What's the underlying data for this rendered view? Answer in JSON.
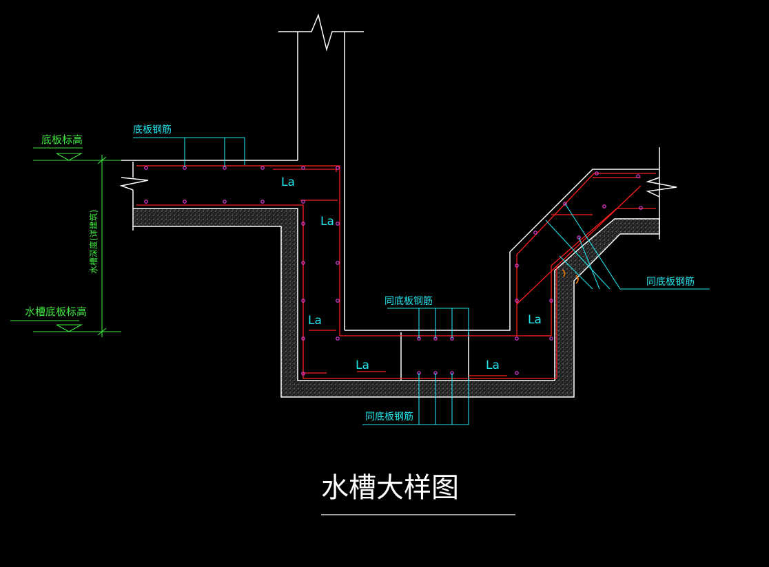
{
  "title": "水槽大样图",
  "labels": {
    "slab_rebar_top_left": "底板钢筋",
    "slab_elevation": "底板标高",
    "trough_elevation": "水槽底板标高",
    "trough_depth": "水槽深度(详建筑)",
    "same_slab_rebar_center": "同底板钢筋",
    "same_slab_rebar_bottom": "同底板钢筋",
    "same_slab_rebar_right": "同底板钢筋"
  },
  "la_labels": [
    "La",
    "La",
    "La",
    "La",
    "La",
    "La"
  ],
  "colors": {
    "background": "#000000",
    "outline": "#ffffff",
    "rebar": "#ff2020",
    "leader": "#21e6ee",
    "dimension": "#3fe83f",
    "dots": "#e040e0",
    "accent": "#ff8000"
  }
}
